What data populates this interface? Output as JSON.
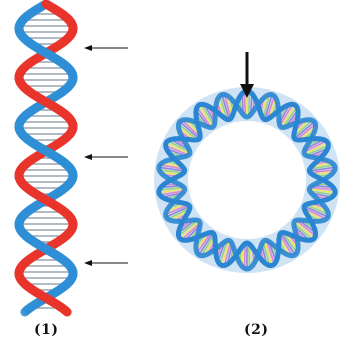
{
  "figure": {
    "panels": [
      {
        "label": "(1)",
        "structure": "linear-double-helix",
        "arrow_count": 3
      },
      {
        "label": "(2)",
        "structure": "circular-double-helix",
        "arrow_count": 1
      }
    ],
    "colors": {
      "strand_red": "#e8342a",
      "strand_blue": "#2f8fd6",
      "circle_blue": "#2a86d3",
      "rung_gray": "#9aa6b2",
      "rung_pink": "#e07ad0",
      "rung_yellow": "#f2e34a",
      "rung_green": "#8fd07a",
      "rung_violet": "#8a7bd8",
      "arrow": "#111111"
    },
    "icons": [
      "linear-dna-helix-icon",
      "circular-dna-ring-icon",
      "arrow-icon"
    ]
  }
}
